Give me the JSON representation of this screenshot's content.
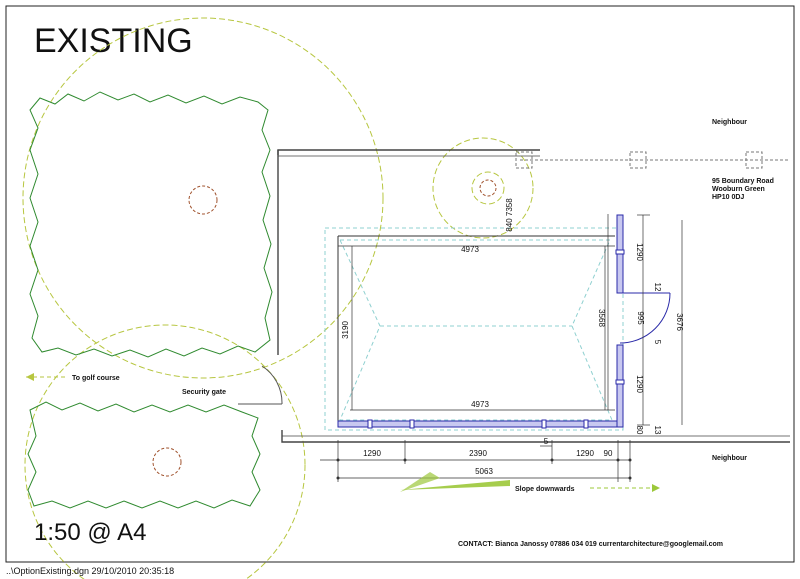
{
  "title": "EXISTING",
  "scale": "1:50 @ A4",
  "neighbour_top": "Neighbour",
  "neighbour_bottom": "Neighbour",
  "address": [
    "95 Boundary Road",
    "Wooburn Green",
    "HP10 0DJ"
  ],
  "labels": {
    "golf": "To golf course",
    "security_gate": "Security gate",
    "slope": "Slope downwards",
    "tree_note": "840 7358"
  },
  "dimensions": {
    "top_width": "4973",
    "inner_width": "4973",
    "left_height": "3190",
    "inner_height": "3568",
    "right_total": "3676",
    "right_upper": "1290",
    "right_lower": "1290",
    "door_top": "12",
    "door_width": "995",
    "door_bottom": "5",
    "bottom_offset_a": "80",
    "bottom_offset_b": "13",
    "seg_1": "1290",
    "seg_2": "2390",
    "seg_3": "1290",
    "seg_4": "90",
    "seg_small": "5",
    "overall": "5063"
  },
  "contact": "CONTACT:  Bianca Janossy 07886 034 019  currentarchitecture@googlemail.com",
  "footer_file": "..\\OptionExisting.dgn  29/10/2010 20:35:18",
  "colors": {
    "tree": "#b7c640",
    "hedge": "#2f8a2f",
    "wall": "#444444",
    "window": "#2a2aa8",
    "dashed": "#8fd0d0",
    "trunk": "#a0522d"
  }
}
